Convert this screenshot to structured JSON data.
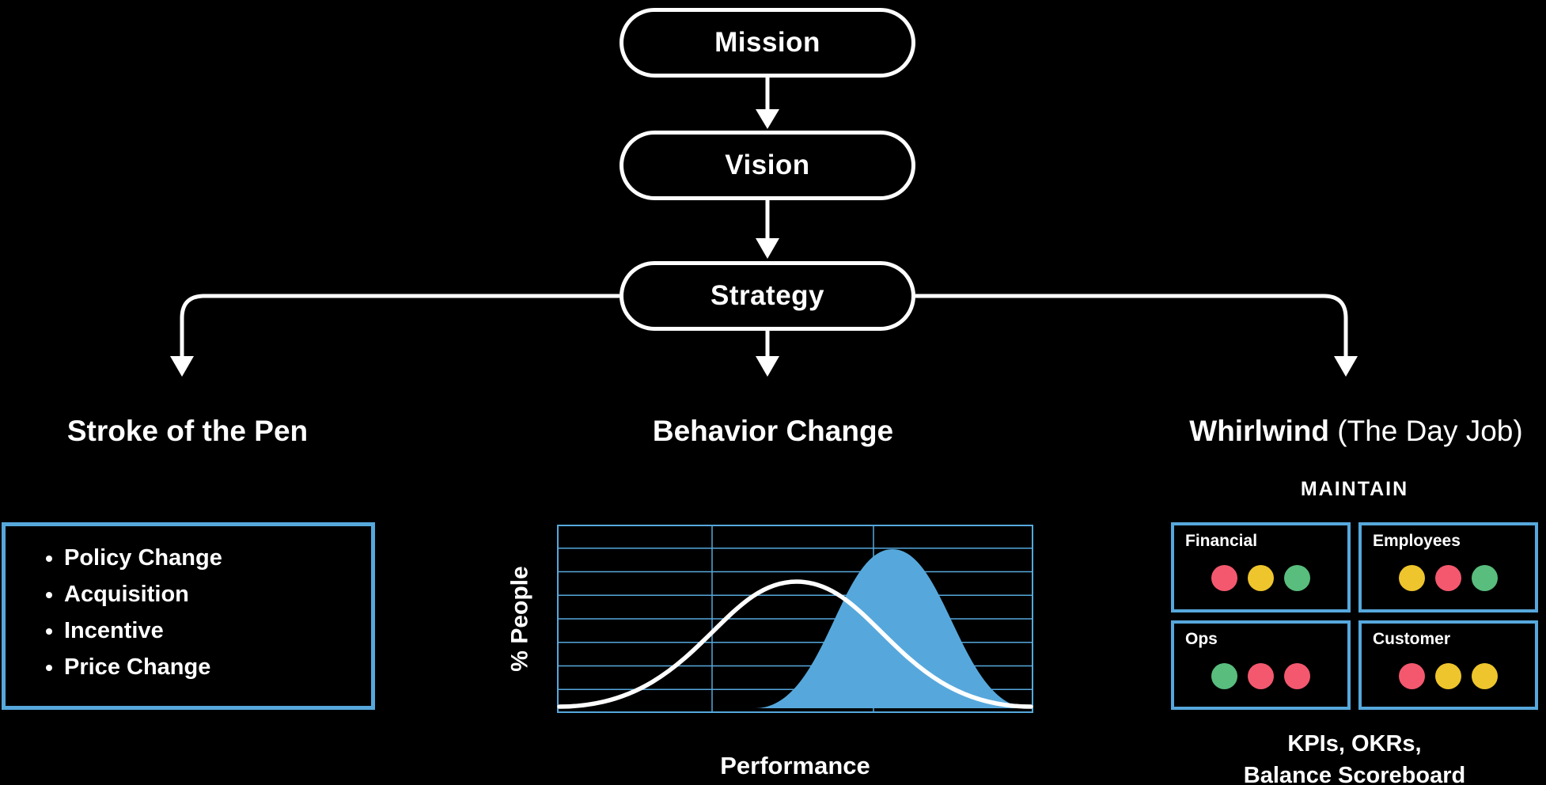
{
  "flow": {
    "mission": "Mission",
    "vision": "Vision",
    "strategy": "Strategy"
  },
  "left_panel": {
    "title": "Stroke of the Pen",
    "items": [
      "Policy Change",
      "Acquisition",
      "Incentive",
      "Price Change"
    ]
  },
  "center_panel": {
    "title": "Behavior Change",
    "y_axis_label": "% People",
    "x_axis_label": "Performance",
    "chart": {
      "type": "area",
      "description": "Two overlapping bell-curve distributions over Performance: a white outlined curve and a blue filled curve shifted to the right (higher performance)",
      "series": [
        {
          "name": "current distribution",
          "style": "white-outline"
        },
        {
          "name": "shifted distribution",
          "style": "blue-filled"
        }
      ],
      "grid": "blue gridlines, no numeric tick labels"
    }
  },
  "right_panel": {
    "title_bold": "Whirlwind",
    "title_normal": " (The Day Job)",
    "maintain_label": "MAINTAIN",
    "quadrants": [
      {
        "label": "Financial",
        "dots": [
          "red",
          "yellow",
          "green"
        ]
      },
      {
        "label": "Employees",
        "dots": [
          "yellow",
          "red",
          "green"
        ]
      },
      {
        "label": "Ops",
        "dots": [
          "green",
          "red",
          "red"
        ]
      },
      {
        "label": "Customer",
        "dots": [
          "red",
          "yellow",
          "yellow"
        ]
      }
    ],
    "footer": [
      "KPIs, OKRs,",
      "Balance Scoreboard"
    ]
  },
  "colors": {
    "background": "#000000",
    "foreground": "#ffffff",
    "accent_blue": "#56a8dc",
    "dot_red": "#f4586e",
    "dot_yellow": "#eec52c",
    "dot_green": "#58bd7d"
  }
}
